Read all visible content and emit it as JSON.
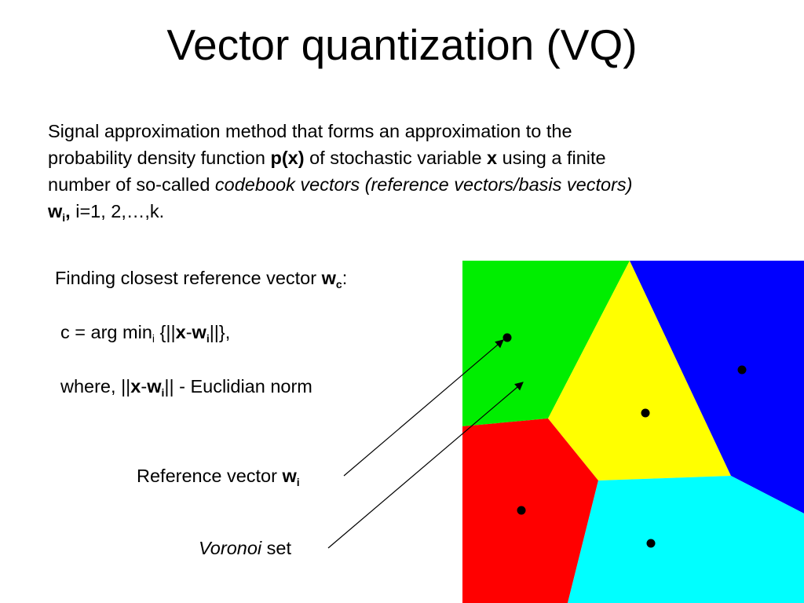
{
  "title": "Vector quantization (VQ)",
  "intro": {
    "l1": "Signal approximation method that forms an approximation to the",
    "l2a": "probability density function ",
    "l2b": "p(x)",
    "l2c": " of stochastic variable ",
    "l2d": "x",
    "l2e": " using a finite",
    "l3a": "number of so-called ",
    "l3b": "codebook vectors (reference vectors/basis vectors)",
    "l4a": "w",
    "l4b": "i",
    "l4c": ",",
    "l4d": " i=1, 2,…,k."
  },
  "closest": {
    "pre": "Finding closest reference vector ",
    "w": "w",
    "sub": "c",
    "post": ":"
  },
  "formula": {
    "a": "c = arg min",
    "sub1": "i",
    "b": " {||",
    "x": "x",
    "dash": "-",
    "w": "w",
    "sub2": "i",
    "c": "||},"
  },
  "norm": {
    "a": "where, ||",
    "x": "x",
    "dash": "-",
    "w": "w",
    "sub": "i",
    "b": "|| - Euclidian norm"
  },
  "ref_label": {
    "a": "Reference vector ",
    "w": "w",
    "sub": "i"
  },
  "voronoi_label": {
    "a": "Voronoi",
    "b": " set"
  },
  "colors": {
    "green": "#00ee00",
    "yellow": "#ffff00",
    "blue": "#0000ff",
    "red": "#ff0000",
    "cyan": "#00ffff",
    "point": "#000000"
  },
  "voronoi_cells": [
    {
      "name": "green-cell",
      "color": "green"
    },
    {
      "name": "yellow-cell",
      "color": "yellow"
    },
    {
      "name": "blue-cell",
      "color": "blue"
    },
    {
      "name": "red-cell",
      "color": "red"
    },
    {
      "name": "cyan-cell",
      "color": "cyan"
    }
  ]
}
